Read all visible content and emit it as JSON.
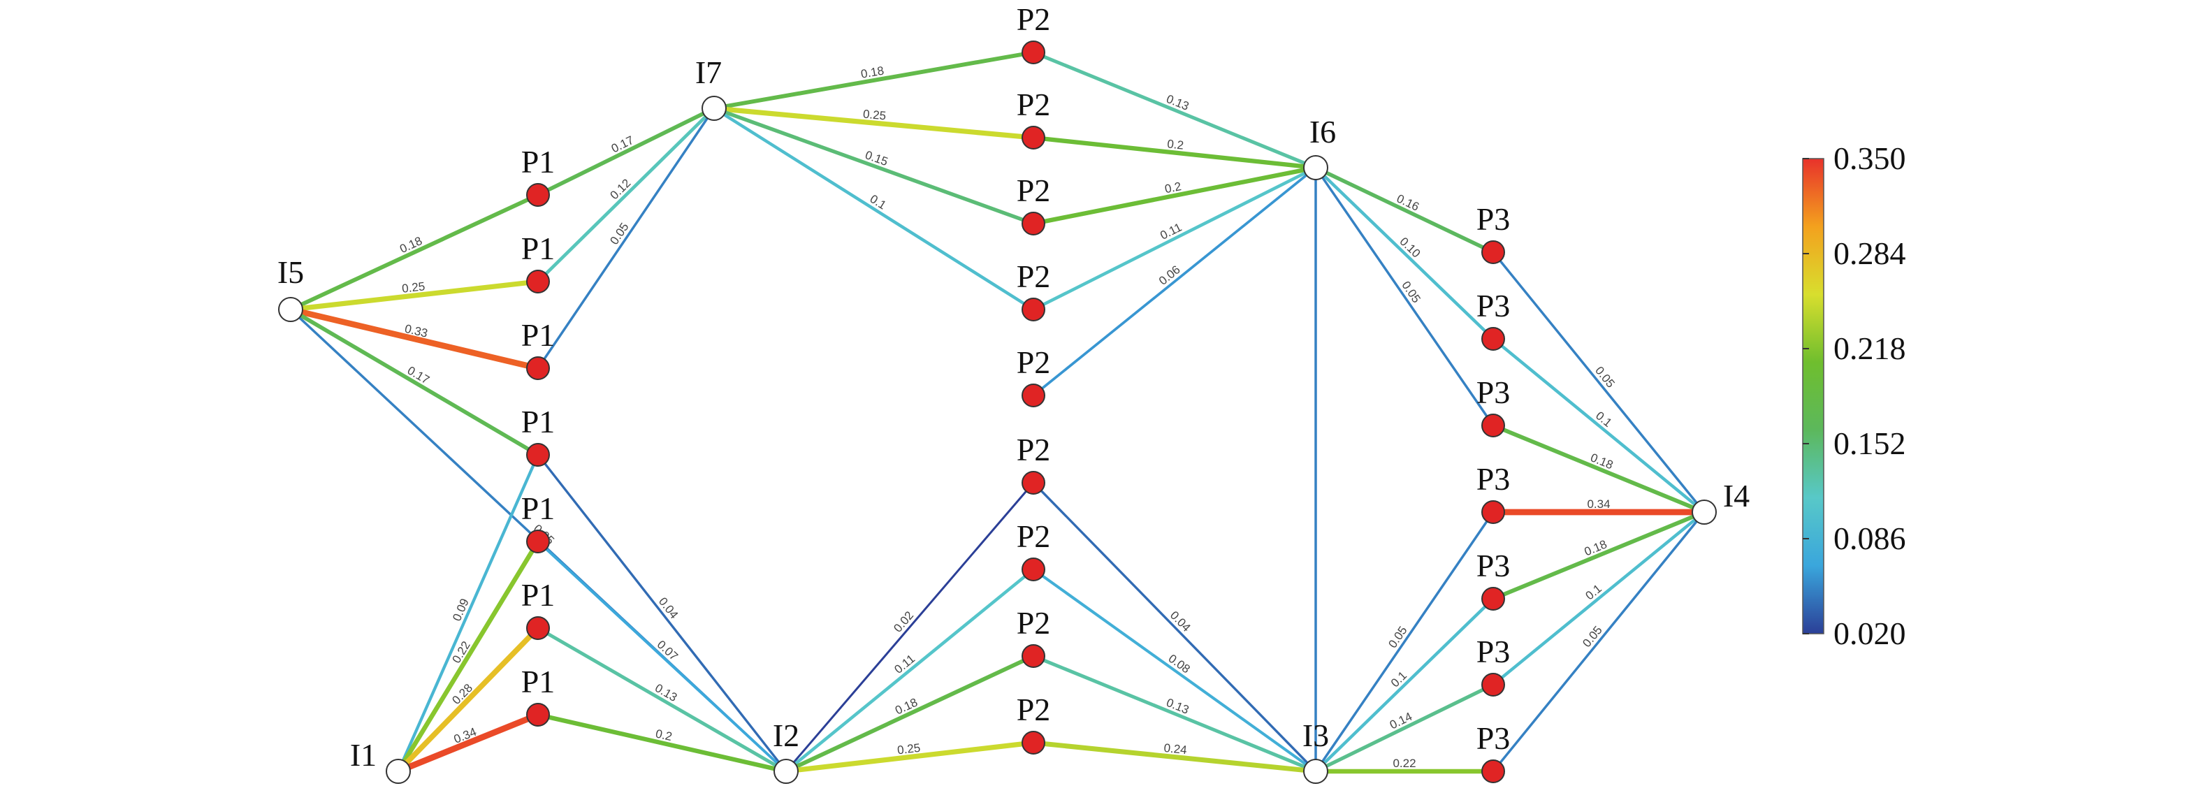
{
  "nodes": [
    {
      "id": "I5",
      "label": "I5",
      "kind": "hub"
    },
    {
      "id": "I7",
      "label": "I7",
      "kind": "hub"
    },
    {
      "id": "I6",
      "label": "I6",
      "kind": "hub"
    },
    {
      "id": "I4",
      "label": "I4",
      "kind": "hub"
    },
    {
      "id": "I1",
      "label": "I1",
      "kind": "hub"
    },
    {
      "id": "I2",
      "label": "I2",
      "kind": "hub"
    },
    {
      "id": "I3",
      "label": "I3",
      "kind": "hub"
    },
    {
      "id": "P1a",
      "label": "P1",
      "kind": "point"
    },
    {
      "id": "P1b",
      "label": "P1",
      "kind": "point"
    },
    {
      "id": "P1c",
      "label": "P1",
      "kind": "point"
    },
    {
      "id": "P1d",
      "label": "P1",
      "kind": "point"
    },
    {
      "id": "P1e",
      "label": "P1",
      "kind": "point"
    },
    {
      "id": "P1f",
      "label": "P1",
      "kind": "point"
    },
    {
      "id": "P1g",
      "label": "P1",
      "kind": "point"
    },
    {
      "id": "P2a",
      "label": "P2",
      "kind": "point"
    },
    {
      "id": "P2b",
      "label": "P2",
      "kind": "point"
    },
    {
      "id": "P2c",
      "label": "P2",
      "kind": "point"
    },
    {
      "id": "P2d",
      "label": "P2",
      "kind": "point"
    },
    {
      "id": "P2e",
      "label": "P2",
      "kind": "point"
    },
    {
      "id": "P2f",
      "label": "P2",
      "kind": "point"
    },
    {
      "id": "P2g",
      "label": "P2",
      "kind": "point"
    },
    {
      "id": "P2h",
      "label": "P2",
      "kind": "point"
    },
    {
      "id": "P2i",
      "label": "P2",
      "kind": "point"
    },
    {
      "id": "P3a",
      "label": "P3",
      "kind": "point"
    },
    {
      "id": "P3b",
      "label": "P3",
      "kind": "point"
    },
    {
      "id": "P3c",
      "label": "P3",
      "kind": "point"
    },
    {
      "id": "P3d",
      "label": "P3",
      "kind": "point"
    },
    {
      "id": "P3e",
      "label": "P3",
      "kind": "point"
    },
    {
      "id": "P3f",
      "label": "P3",
      "kind": "point"
    },
    {
      "id": "P3g",
      "label": "P3",
      "kind": "point"
    }
  ],
  "edges": [
    {
      "from": "I5",
      "to": "P1a",
      "value": 0.18,
      "label": "0.18"
    },
    {
      "from": "I5",
      "to": "P1b",
      "value": 0.25,
      "label": "0.25"
    },
    {
      "from": "I5",
      "to": "P1c",
      "value": 0.33,
      "label": "0.33"
    },
    {
      "from": "I5",
      "to": "P1d",
      "value": 0.17,
      "label": "0.17"
    },
    {
      "from": "I5",
      "to": "I2",
      "value": 0.05,
      "label": "0.05"
    },
    {
      "from": "P1a",
      "to": "I7",
      "value": 0.17,
      "label": "0.17"
    },
    {
      "from": "P1b",
      "to": "I7",
      "value": 0.12,
      "label": "0.12"
    },
    {
      "from": "P1c",
      "to": "I7",
      "value": 0.05,
      "label": "0.05"
    },
    {
      "from": "I7",
      "to": "P2a",
      "value": 0.18,
      "label": "0.18"
    },
    {
      "from": "I7",
      "to": "P2b",
      "value": 0.25,
      "label": "0.25"
    },
    {
      "from": "I7",
      "to": "P2c",
      "value": 0.15,
      "label": "0.15"
    },
    {
      "from": "I7",
      "to": "P2d",
      "value": 0.1,
      "label": "0.1"
    },
    {
      "from": "P2a",
      "to": "I6",
      "value": 0.13,
      "label": "0.13"
    },
    {
      "from": "P2b",
      "to": "I6",
      "value": 0.2,
      "label": "0.2"
    },
    {
      "from": "P2c",
      "to": "I6",
      "value": 0.2,
      "label": "0.2"
    },
    {
      "from": "P2d",
      "to": "I6",
      "value": 0.11,
      "label": "0.11"
    },
    {
      "from": "P2e",
      "to": "I6",
      "value": 0.06,
      "label": "0.06"
    },
    {
      "from": "I6",
      "to": "P3a",
      "value": 0.16,
      "label": "0.16"
    },
    {
      "from": "I6",
      "to": "P3b",
      "value": 0.1,
      "label": "0.10"
    },
    {
      "from": "I6",
      "to": "P3c",
      "value": 0.05,
      "label": "0.05"
    },
    {
      "from": "I6",
      "to": "I3",
      "value": 0.05,
      "label": ""
    },
    {
      "from": "P3a",
      "to": "I4",
      "value": 0.05,
      "label": "0.05"
    },
    {
      "from": "P3b",
      "to": "I4",
      "value": 0.1,
      "label": "0.1"
    },
    {
      "from": "P3c",
      "to": "I4",
      "value": 0.18,
      "label": "0.18"
    },
    {
      "from": "P3d",
      "to": "I4",
      "value": 0.34,
      "label": "0.34"
    },
    {
      "from": "P3e",
      "to": "I4",
      "value": 0.18,
      "label": "0.18"
    },
    {
      "from": "P3f",
      "to": "I4",
      "value": 0.1,
      "label": "0.1"
    },
    {
      "from": "P3g",
      "to": "I4",
      "value": 0.05,
      "label": "0.05"
    },
    {
      "from": "I1",
      "to": "P1d",
      "value": 0.09,
      "label": "0.09"
    },
    {
      "from": "I1",
      "to": "P1e",
      "value": 0.22,
      "label": "0.22"
    },
    {
      "from": "I1",
      "to": "P1f",
      "value": 0.28,
      "label": "0.28"
    },
    {
      "from": "I1",
      "to": "P1g",
      "value": 0.34,
      "label": "0.34"
    },
    {
      "from": "P1d",
      "to": "I2",
      "value": 0.04,
      "label": "0.04"
    },
    {
      "from": "P1e",
      "to": "I2",
      "value": 0.07,
      "label": "0.07"
    },
    {
      "from": "P1f",
      "to": "I2",
      "value": 0.13,
      "label": "0.13"
    },
    {
      "from": "P1g",
      "to": "I2",
      "value": 0.2,
      "label": "0.2"
    },
    {
      "from": "I2",
      "to": "P2f",
      "value": 0.02,
      "label": "0.02"
    },
    {
      "from": "I2",
      "to": "P2g",
      "value": 0.11,
      "label": "0.11"
    },
    {
      "from": "I2",
      "to": "P2h",
      "value": 0.18,
      "label": "0.18"
    },
    {
      "from": "I2",
      "to": "P2i",
      "value": 0.25,
      "label": "0.25"
    },
    {
      "from": "P2f",
      "to": "I3",
      "value": 0.04,
      "label": "0.04"
    },
    {
      "from": "P2g",
      "to": "I3",
      "value": 0.08,
      "label": "0.08"
    },
    {
      "from": "P2h",
      "to": "I3",
      "value": 0.13,
      "label": "0.13"
    },
    {
      "from": "P2i",
      "to": "I3",
      "value": 0.24,
      "label": "0.24"
    },
    {
      "from": "I3",
      "to": "P3d",
      "value": 0.05,
      "label": "0.05"
    },
    {
      "from": "I3",
      "to": "P3e",
      "value": 0.1,
      "label": "0.1"
    },
    {
      "from": "I3",
      "to": "P3f",
      "value": 0.14,
      "label": "0.14"
    },
    {
      "from": "I3",
      "to": "P3g",
      "value": 0.22,
      "label": "0.22"
    }
  ],
  "colorbar": {
    "min": 0.02,
    "max": 0.35,
    "ticks": [
      "0.350",
      "0.284",
      "0.218",
      "0.152",
      "0.086",
      "0.020"
    ],
    "colors": [
      "#2b3f97",
      "#3aa6dc",
      "#58c8c8",
      "#5cb85c",
      "#6fbe2e",
      "#d8de2e",
      "#f3a11e",
      "#e8322b"
    ]
  },
  "colors": {
    "point_fill": "#e02424",
    "hub_fill": "#ffffff",
    "outline": "#333333"
  }
}
